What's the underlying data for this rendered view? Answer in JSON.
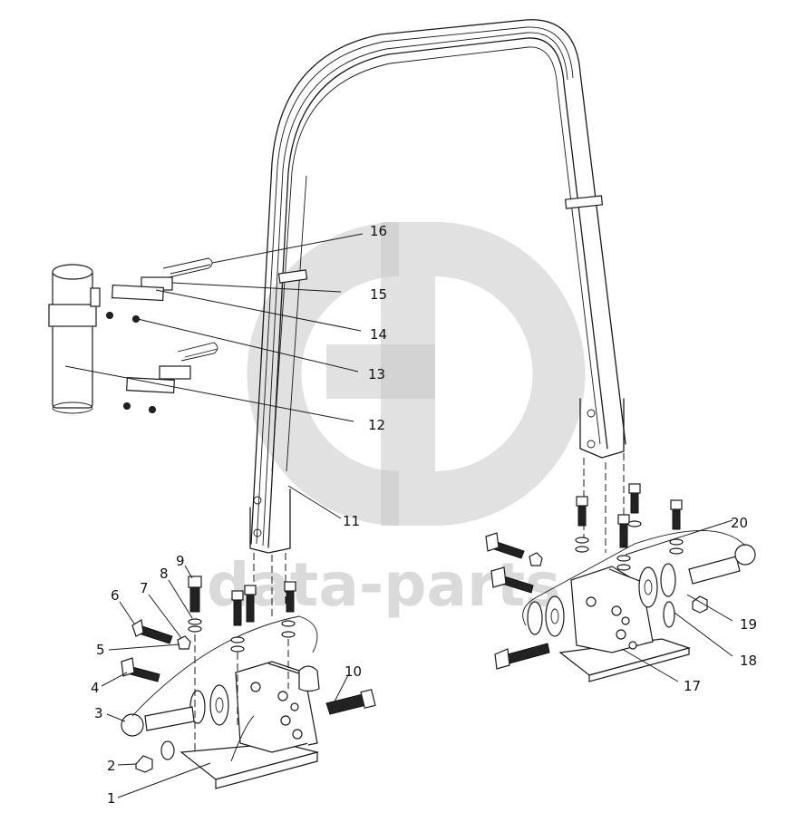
{
  "watermark": {
    "text": "data-parts",
    "color": "#c2c2c2"
  },
  "callouts": [
    {
      "id": "1",
      "label": "1"
    },
    {
      "id": "2",
      "label": "2"
    },
    {
      "id": "3",
      "label": "3"
    },
    {
      "id": "4",
      "label": "4"
    },
    {
      "id": "5",
      "label": "5"
    },
    {
      "id": "6",
      "label": "6"
    },
    {
      "id": "7",
      "label": "7"
    },
    {
      "id": "8",
      "label": "8"
    },
    {
      "id": "9",
      "label": "9"
    },
    {
      "id": "10",
      "label": "10"
    },
    {
      "id": "11",
      "label": "11"
    },
    {
      "id": "12",
      "label": "12"
    },
    {
      "id": "13",
      "label": "13"
    },
    {
      "id": "14",
      "label": "14"
    },
    {
      "id": "15",
      "label": "15"
    },
    {
      "id": "16",
      "label": "16"
    },
    {
      "id": "17",
      "label": "17"
    },
    {
      "id": "18",
      "label": "18"
    },
    {
      "id": "19",
      "label": "19"
    },
    {
      "id": "20",
      "label": "20"
    }
  ]
}
